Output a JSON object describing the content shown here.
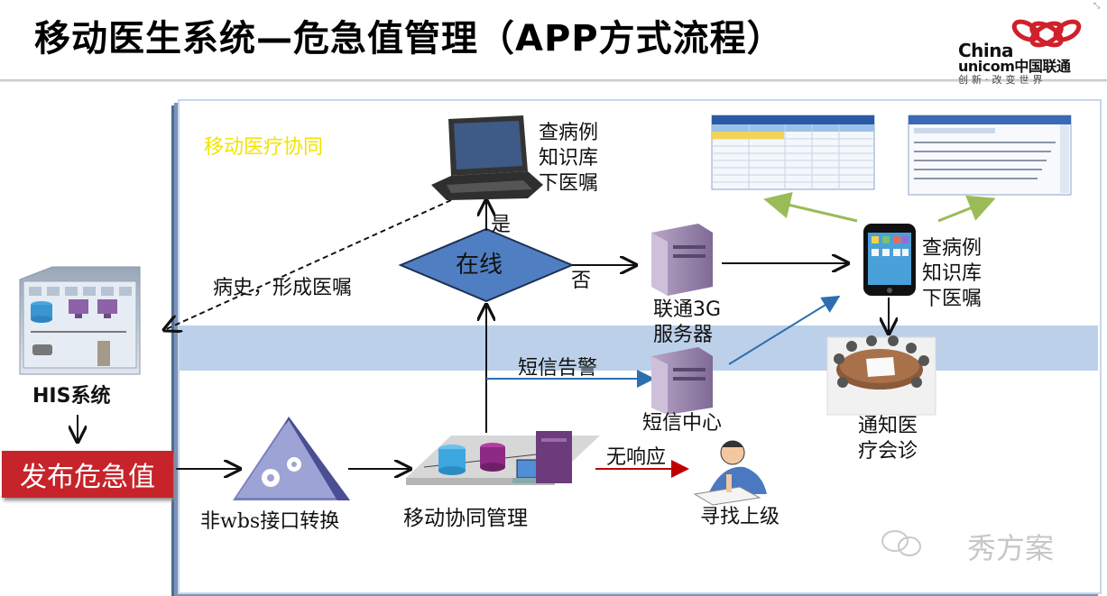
{
  "header": {
    "title": "移动医生系统—危急值管理（APP方式流程）",
    "brand_line1": "China",
    "brand_line2": "unicom中国联通",
    "brand_slogan": "创新·改变世界"
  },
  "diagram": {
    "region_label": "移动医疗协同",
    "his_label": "HIS系统",
    "publish_label": "发布危急值",
    "interface_label": "非wbs接口转换",
    "collab_mgmt_label": "移动协同管理",
    "online_label": "在线",
    "yes_label": "是",
    "no_label": "否",
    "laptop_caption": [
      "查病例",
      "知识库",
      "下医嘱"
    ],
    "phone_caption": [
      "查病例",
      "知识库",
      "下医嘱"
    ],
    "history_label": "病史，形成医嘱",
    "server_label": [
      "联通3G",
      "服务器"
    ],
    "sms_alert_label": "短信告警",
    "sms_center_label": "短信中心",
    "no_response_label": "无响应",
    "escalate_label": "寻找上级",
    "consult_label": [
      "通知医",
      "疗会诊"
    ]
  },
  "watermark": "秀方案",
  "colors": {
    "publish_red": "#c6242a",
    "diamond_blue": "#4f7fc2",
    "band_blue": "#bcd0ea",
    "region_label_yellow": "#f2e400",
    "green_arrow": "#9bbb59",
    "blue_arrow": "#2c6fb0",
    "red_arrow": "#c00000"
  }
}
